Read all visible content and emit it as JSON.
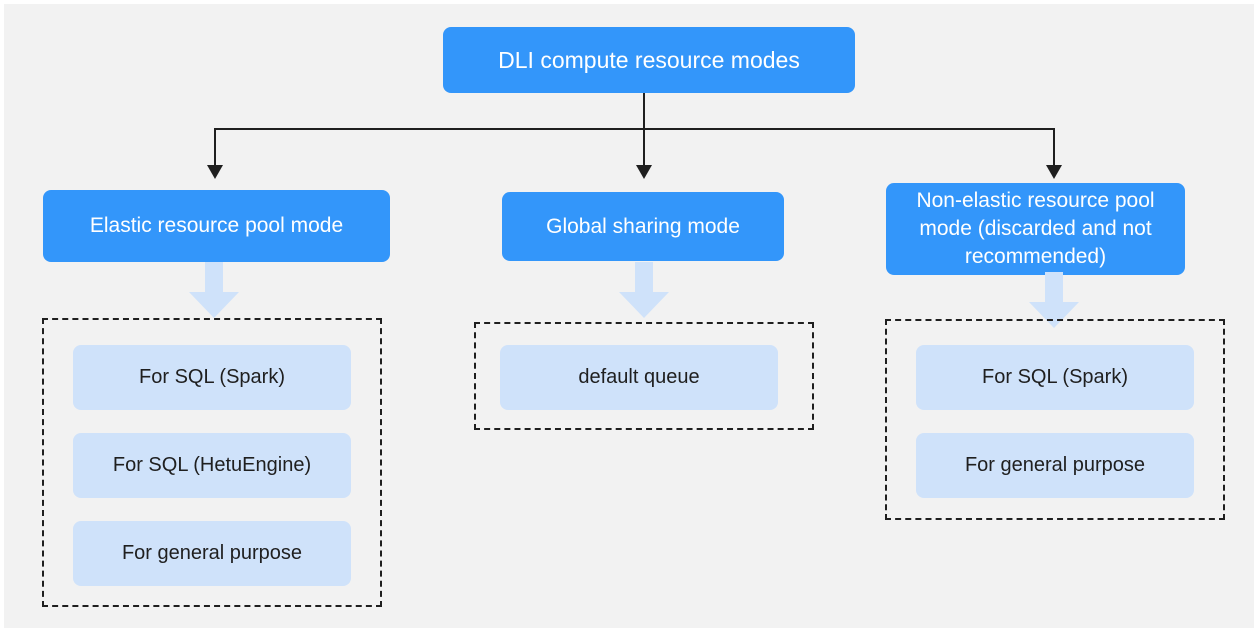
{
  "diagram": {
    "root": {
      "label": "DLI compute resource modes"
    },
    "modes": [
      {
        "id": "elastic-resource-pool-mode",
        "label": "Elastic resource pool mode",
        "items": [
          "For SQL (Spark)",
          "For SQL (HetuEngine)",
          "For general purpose"
        ]
      },
      {
        "id": "global-sharing-mode",
        "label": "Global sharing mode",
        "items": [
          "default queue"
        ]
      },
      {
        "id": "non-elastic-resource-pool-mode",
        "label": "Non-elastic resource pool mode (discarded and not recommended)",
        "items": [
          "For SQL (Spark)",
          "For general purpose"
        ]
      }
    ],
    "colors": {
      "background": "#f2f2f2",
      "node_fill": "#3396fa",
      "node_text": "#ffffff",
      "chip_fill": "#cfe2fa",
      "chip_text": "#1f1f1f",
      "connector": "#1f1f1f",
      "block_arrow": "#cfe2fa"
    }
  }
}
